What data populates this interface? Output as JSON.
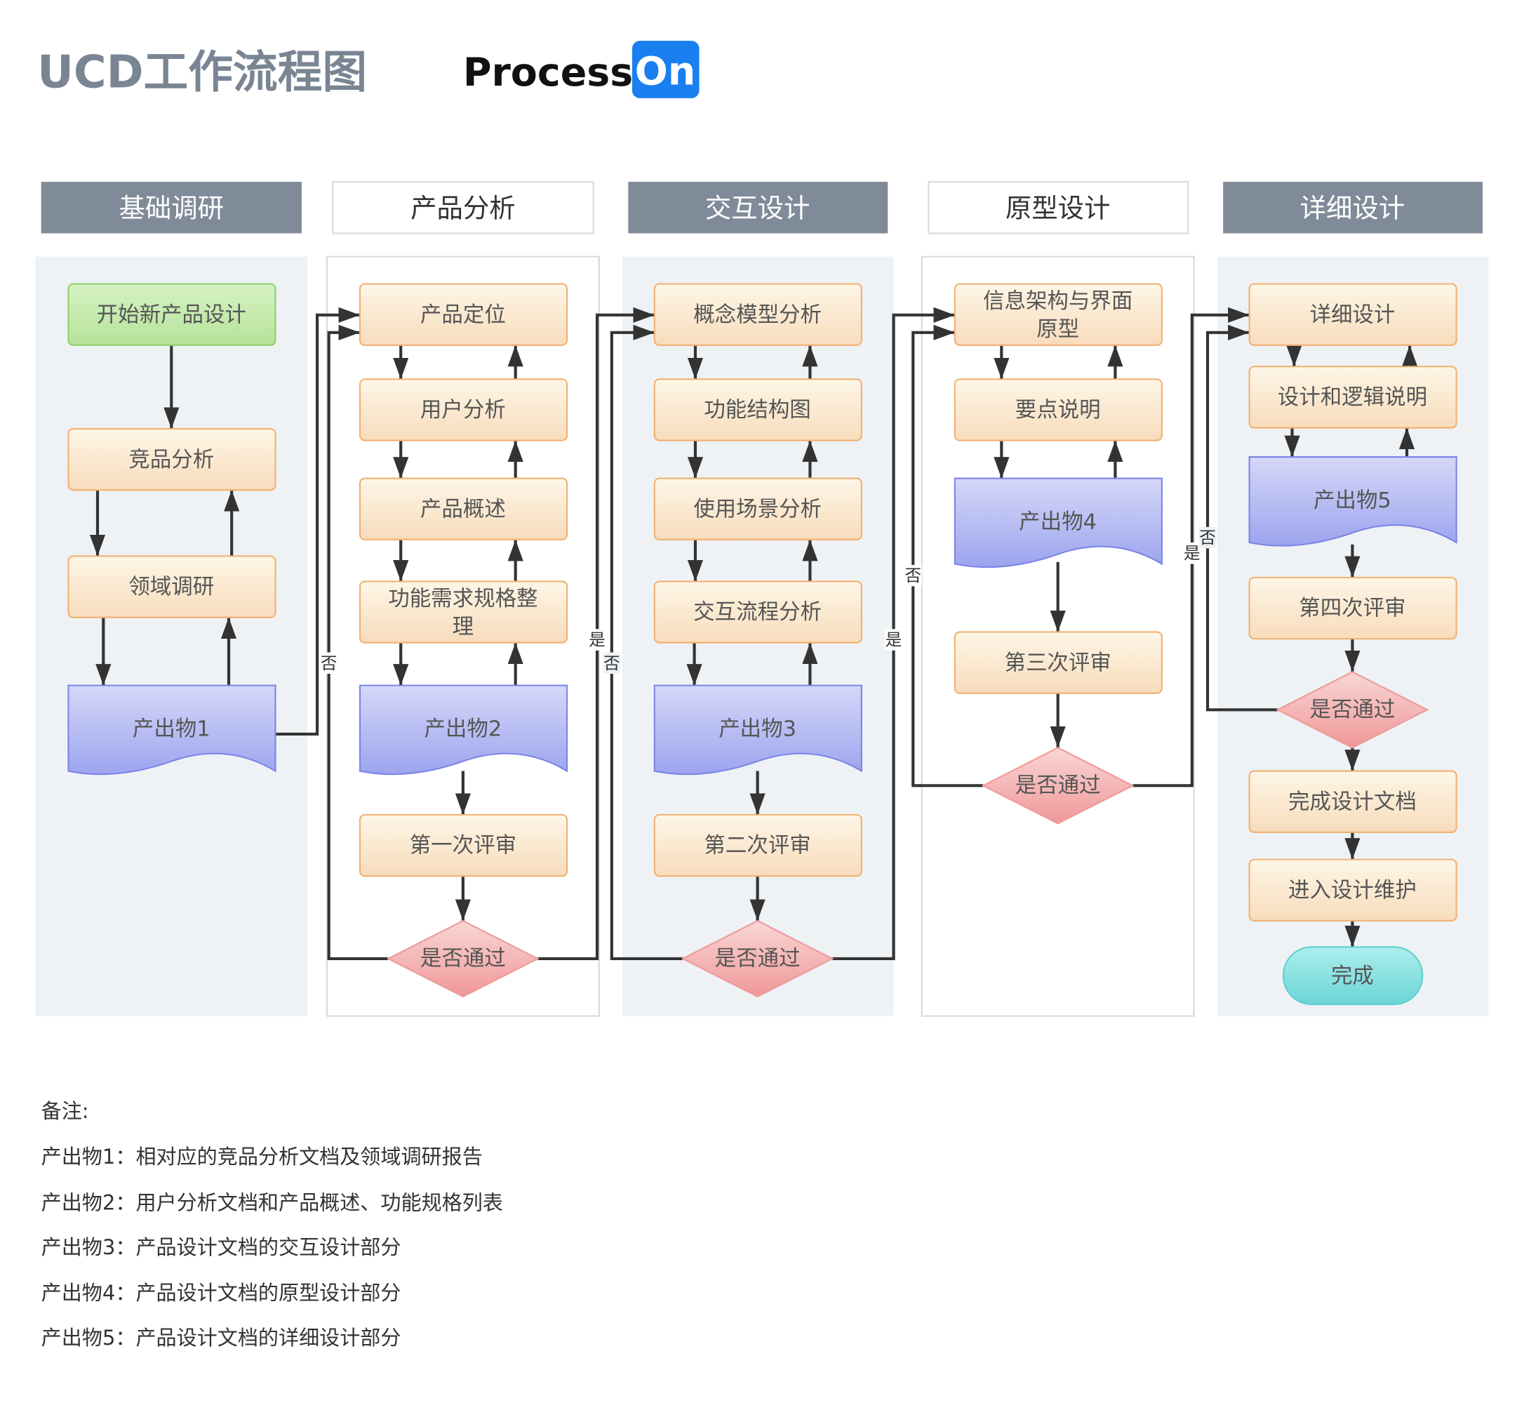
{
  "title": "UCD工作流程图",
  "logo": {
    "part1": "Process",
    "part2": "On",
    "accent": "#1a7fef"
  },
  "lanes": [
    {
      "header": "基础调研",
      "style": "filled"
    },
    {
      "header": "产品分析",
      "style": "outlined"
    },
    {
      "header": "交互设计",
      "style": "filled"
    },
    {
      "header": "原型设计",
      "style": "outlined"
    },
    {
      "header": "详细设计",
      "style": "filled"
    }
  ],
  "nodes": {
    "l1": {
      "start": "开始新产品设计",
      "comp": "竞品分析",
      "domain": "领域调研",
      "out": "产出物1"
    },
    "l2": {
      "pos": "产品定位",
      "user": "用户分析",
      "overview": "产品概述",
      "spec": [
        "功能需求规格整",
        "理"
      ],
      "out": "产出物2",
      "review": "第一次评审",
      "decision": "是否通过"
    },
    "l3": {
      "concept": "概念模型分析",
      "struct": "功能结构图",
      "scene": "使用场景分析",
      "flow": "交互流程分析",
      "out": "产出物3",
      "review": "第二次评审",
      "decision": "是否通过"
    },
    "l4": {
      "info": [
        "信息架构与界面",
        "原型"
      ],
      "points": "要点说明",
      "out": "产出物4",
      "review": "第三次评审",
      "decision": "是否通过"
    },
    "l5": {
      "detail": "详细设计",
      "logic": "设计和逻辑说明",
      "out": "产出物5",
      "review": "第四次评审",
      "decision": "是否通过",
      "doc": "完成设计文档",
      "maintain": "进入设计维护",
      "done": "完成"
    }
  },
  "edge_labels": {
    "yes": "是",
    "no": "否"
  },
  "notes": {
    "heading": "备注:",
    "items": [
      "产出物1：相对应的竞品分析文档及领域调研报告",
      "产出物2：用户分析文档和产品概述、功能规格列表",
      "产出物3：产品设计文档的交互设计部分",
      "产出物4：产品设计文档的原型设计部分",
      "产出物5：产品设计文档的详细设计部分"
    ]
  }
}
